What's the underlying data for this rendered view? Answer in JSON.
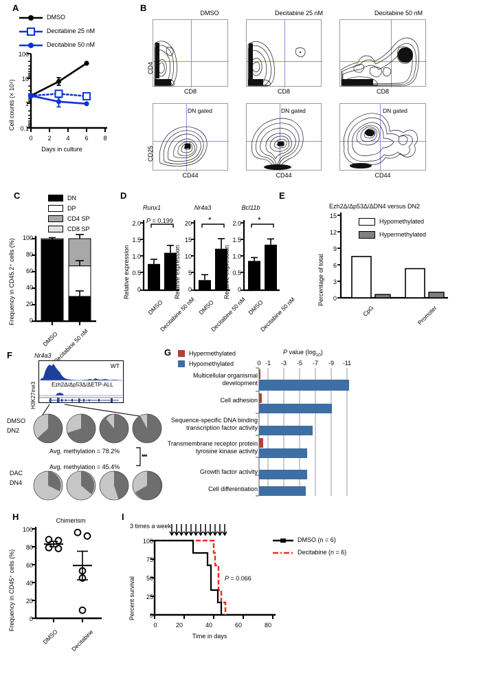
{
  "figure": {
    "panels": [
      "A",
      "B",
      "C",
      "D",
      "E",
      "F",
      "G",
      "H",
      "I"
    ]
  },
  "panelA": {
    "label": "A",
    "ylabel": "Cell counts (× 10⁴)",
    "xlabel": "Days in culture",
    "yticks": [
      "100",
      "10",
      "1",
      "0.1"
    ],
    "xticks": [
      "0",
      "2",
      "4",
      "6",
      "8"
    ],
    "legend": [
      {
        "name": "DMSO",
        "label": "DMSO",
        "color": "#000000",
        "marker": "filled-circle",
        "line": "solid"
      },
      {
        "name": "Decitabine 25 nM",
        "label": "Decitabine 25 nM",
        "color": "#0d33d8",
        "marker": "open-square",
        "line": "dotted"
      },
      {
        "name": "Decitabine 50 nM",
        "label": "Decitabine 50 nM",
        "color": "#0d33d8",
        "marker": "filled-circle",
        "line": "solid"
      }
    ],
    "chart_data": {
      "type": "line",
      "title": "",
      "xlabel": "Days in culture",
      "ylabel": "Cell counts (× 10⁴)",
      "yscale": "log",
      "ylim": [
        0.1,
        100
      ],
      "xlim": [
        0,
        8
      ],
      "x": [
        0,
        3,
        6
      ],
      "series": [
        {
          "name": "DMSO",
          "values": [
            2.0,
            7.5,
            47.0
          ],
          "errors": [
            0.1,
            1.6,
            0.0
          ],
          "color": "#000000"
        },
        {
          "name": "Decitabine 25 nM",
          "values": [
            2.0,
            2.4,
            1.9
          ],
          "errors": [
            0.1,
            0.25,
            0.22
          ],
          "color": "#0d33d8"
        },
        {
          "name": "Decitabine 50 nM",
          "values": [
            2.0,
            1.15,
            0.95
          ],
          "errors": [
            0.1,
            0.3,
            0.1
          ],
          "color": "#0d33d8"
        }
      ],
      "legend_position": "top-left"
    }
  },
  "panelB": {
    "label": "B",
    "top_row": {
      "ylabel": "CD4",
      "xlabel": "CD8",
      "plots": [
        {
          "title": "DMSO"
        },
        {
          "title": "Decitabine 25 nM"
        },
        {
          "title": "Decitabine 50 nM"
        }
      ]
    },
    "bottom_row": {
      "ylabel": "CD25",
      "xlabel": "CD44",
      "gate_label": "DN gated",
      "plots": [
        {
          "title": "",
          "gate": "DN gated"
        },
        {
          "title": "",
          "gate": "DN gated"
        },
        {
          "title": "",
          "gate": "DN gated"
        }
      ]
    }
  },
  "panelC": {
    "label": "C",
    "ylabel": "Frequency in CD45.2⁺ cells (%)",
    "yticks": [
      "100",
      "80",
      "60",
      "40",
      "20",
      "0"
    ],
    "legend": [
      {
        "label": "DN",
        "fill": "#000000"
      },
      {
        "label": "DP",
        "fill": "#ffffff"
      },
      {
        "label": "CD4 SP",
        "fill": "#a8a8a8"
      },
      {
        "label": "CD8 SP",
        "fill": "#e2e2e2"
      }
    ],
    "chart_data": {
      "type": "bar",
      "stacked": true,
      "ylabel": "Frequency in CD45.2+ cells (%)",
      "ylim": [
        0,
        100
      ],
      "categories": [
        "DMSO",
        "Decitabine 50 nM"
      ],
      "series": [
        {
          "name": "DN",
          "values": [
            99.0,
            30.0
          ],
          "errors": [
            0.6,
            6.5
          ],
          "fill": "#000000"
        },
        {
          "name": "DP",
          "values": [
            0.6,
            37.0
          ],
          "errors": [
            0.4,
            0.0
          ],
          "fill": "#ffffff"
        },
        {
          "name": "CD4 SP",
          "values": [
            0.3,
            33.0
          ],
          "errors": [
            0.2,
            6.0
          ],
          "fill": "#a8a8a8"
        },
        {
          "name": "CD8 SP",
          "values": [
            0.1,
            0.0
          ],
          "errors": [
            0.1,
            0.0
          ],
          "fill": "#e2e2e2"
        }
      ]
    }
  },
  "panelD": {
    "label": "D",
    "ylabel": "Relative expression",
    "charts": [
      {
        "title": "Runx1",
        "yticks": [
          "2.0",
          "1.5",
          "1.0",
          "0.5",
          "0"
        ],
        "annotation": "P = 0.199",
        "annotation_italic_prefix": "P",
        "chart_data": {
          "type": "bar",
          "title": "Runx1",
          "ylabel": "Relative expression",
          "ylim": [
            0,
            2.0
          ],
          "categories": [
            "DMSO",
            "Decitabine 50 nM"
          ],
          "values": [
            0.78,
            1.11
          ],
          "errors": [
            0.07,
            0.22
          ],
          "significance": "P = 0.199"
        }
      },
      {
        "title": "Nr4a3",
        "yticks": [
          "20",
          "15",
          "10",
          "5",
          "0"
        ],
        "annotation": "*",
        "chart_data": {
          "type": "bar",
          "title": "Nr4a3",
          "ylabel": "Relative expression",
          "ylim": [
            0,
            20
          ],
          "categories": [
            "DMSO",
            "Decitabine 50 nM"
          ],
          "values": [
            3.0,
            12.3
          ],
          "errors": [
            0.8,
            3.0
          ],
          "significance": "*"
        }
      },
      {
        "title": "Bcl11b",
        "yticks": [
          "2.0",
          "1.5",
          "1.0",
          "0.5",
          "0"
        ],
        "annotation": "*",
        "chart_data": {
          "type": "bar",
          "title": "Bcl11b",
          "ylabel": "Relative expression",
          "ylim": [
            0,
            2.0
          ],
          "categories": [
            "DMSO",
            "Decitabine 50 nM"
          ],
          "values": [
            0.87,
            1.35
          ],
          "errors": [
            0.06,
            0.16
          ],
          "significance": "*"
        }
      }
    ],
    "xlabels": [
      "DMSO",
      "Decitabine 50 nM"
    ]
  },
  "panelE": {
    "label": "E",
    "title": "Ezh2Δ/Δp53Δ/ΔDN4 versus DN2",
    "ylabel": "Percentage of total",
    "yticks": [
      "15",
      "12",
      "9",
      "6",
      "3",
      "0"
    ],
    "legend": [
      {
        "label": "Hypomethylated",
        "fill": "#ffffff"
      },
      {
        "label": "Hypermethylated",
        "fill": "#808080"
      }
    ],
    "chart_data": {
      "type": "bar",
      "title": "Ezh2Δ/Δp53Δ/ΔDN4 versus DN2",
      "ylabel": "Percentage of total",
      "ylim": [
        0,
        15
      ],
      "categories": [
        "CpG",
        "Promoter"
      ],
      "series": [
        {
          "name": "Hypomethylated",
          "values": [
            7.5,
            5.3
          ],
          "fill": "#ffffff"
        },
        {
          "name": "Hypermethylated",
          "values": [
            0.6,
            1.0
          ],
          "fill": "#808080"
        }
      ]
    }
  },
  "panelF": {
    "label": "F",
    "gene": "Nr4a3",
    "track_ylabel": "H3K27me3",
    "track_rows": [
      {
        "label": "WT"
      },
      {
        "label": "Ezh2Δ/Δp53Δ/ΔETP-ALL"
      }
    ],
    "row1_label_line1": "DMSO",
    "row1_label_line2": "DN2",
    "row2_label_line1": "DAC",
    "row2_label_line2": "DN4",
    "avg1": "Avg. methylation = 78.2%",
    "avg2": "Avg. methylation = 45.4%",
    "significance": "***",
    "chart_data": {
      "type": "pie",
      "ylabel": "",
      "groups": [
        {
          "name": "DMSO DN2",
          "avg_methylation": 78.2,
          "pies": [
            {
              "methylated": 62,
              "unmethylated": 38
            },
            {
              "methylated": 70,
              "unmethylated": 30
            },
            {
              "methylated": 86,
              "unmethylated": 14
            },
            {
              "methylated": 92,
              "unmethylated": 8
            }
          ]
        },
        {
          "name": "DAC DN4",
          "avg_methylation": 45.4,
          "pies": [
            {
              "methylated": 33,
              "unmethylated": 67
            },
            {
              "methylated": 38,
              "unmethylated": 62
            },
            {
              "methylated": 45,
              "unmethylated": 55
            },
            {
              "methylated": 66,
              "unmethylated": 34
            }
          ]
        }
      ],
      "colors": {
        "methylated": "#6e6e6e",
        "unmethylated": "#c6c6c6"
      }
    }
  },
  "panelG": {
    "label": "G",
    "axis_title_italic": "P",
    "axis_title": " value (log",
    "axis_title_sub": "10",
    "axis_title_end": ")",
    "xticks": [
      "0",
      "-1",
      "-3",
      "-5",
      "-7",
      "-9",
      "-11"
    ],
    "legend": [
      {
        "label": "Hypermethylated",
        "color": "#b5403a"
      },
      {
        "label": "Hypomethylated",
        "color": "#3d6fa5"
      }
    ],
    "chart_data": {
      "type": "bar",
      "orientation": "horizontal",
      "title": "P value (log10)",
      "xlabel": "P value (log10)",
      "xticks": [
        0,
        -1,
        -3,
        -5,
        -7,
        -9,
        -11
      ],
      "categories": [
        "Multicellular organismal development",
        "Cell adhesion",
        "Sequence-specific DNA binding transcription factor activity",
        "Transmembrane receptor protein tyrosine kinase activity",
        "Growth factor activity",
        "Cell differentiation"
      ],
      "series": [
        {
          "name": "Hypermethylated",
          "color": "#b5403a",
          "values": [
            -0.15,
            -0.3,
            0.0,
            -0.55,
            0.0,
            0.0
          ]
        },
        {
          "name": "Hypomethylated",
          "color": "#3d6fa5",
          "values": [
            -11.5,
            -9.3,
            -7.0,
            -6.2,
            -6.2,
            -6.0
          ]
        }
      ]
    }
  },
  "panelH": {
    "label": "H",
    "title": "Chimerism",
    "ylabel": "Frequency in CD45⁺ cells (%)",
    "yticks": [
      "100",
      "80",
      "60",
      "40",
      "20",
      "0"
    ],
    "xlabels": [
      "DMSO",
      "Decitabine"
    ],
    "chart_data": {
      "type": "scatter",
      "title": "Chimerism",
      "ylabel": "Frequency in CD45+ cells (%)",
      "ylim": [
        0,
        100
      ],
      "groups": [
        {
          "name": "DMSO",
          "points": [
            88,
            87,
            79,
            78
          ],
          "mean": 83,
          "sem": 3
        },
        {
          "name": "Decitabine",
          "points": [
            96,
            92,
            53,
            45,
            9
          ],
          "mean": 59,
          "sem": 16
        }
      ]
    }
  },
  "panelI": {
    "label": "I",
    "dosing_note": "3 times a week",
    "annotation": "P = 0.066",
    "ylabel": "Percent survival",
    "xlabel": "Time in days",
    "yticks": [
      "100",
      "75",
      "50",
      "25",
      "0"
    ],
    "xticks": [
      "0",
      "20",
      "40",
      "60",
      "80"
    ],
    "legend": [
      {
        "label": "DMSO (n = 6)",
        "color": "#000000",
        "line": "solid"
      },
      {
        "label": "Decitabine (n = 6)",
        "color": "#ef2a22",
        "line": "dashed"
      }
    ],
    "chart_data": {
      "type": "line",
      "subtype": "kaplan-meier",
      "xlabel": "Time in days",
      "ylabel": "Percent survival",
      "xlim": [
        0,
        80
      ],
      "ylim": [
        0,
        100
      ],
      "annotation": "P = 0.066",
      "arrow_count": 12,
      "series": [
        {
          "name": "DMSO (n = 6)",
          "color": "#000000",
          "steps": [
            [
              0,
              100
            ],
            [
              26,
              100
            ],
            [
              26,
              83
            ],
            [
              36,
              83
            ],
            [
              36,
              67
            ],
            [
              38,
              67
            ],
            [
              38,
              33
            ],
            [
              43,
              33
            ],
            [
              43,
              17
            ],
            [
              45,
              17
            ],
            [
              45,
              0
            ]
          ]
        },
        {
          "name": "Decitabine (n = 6)",
          "color": "#ef2a22",
          "steps": [
            [
              0,
              100
            ],
            [
              40,
              100
            ],
            [
              40,
              83
            ],
            [
              41,
              83
            ],
            [
              41,
              67
            ],
            [
              43,
              67
            ],
            [
              43,
              33
            ],
            [
              45,
              33
            ],
            [
              45,
              17
            ],
            [
              48,
              17
            ],
            [
              48,
              0
            ]
          ]
        }
      ]
    }
  }
}
